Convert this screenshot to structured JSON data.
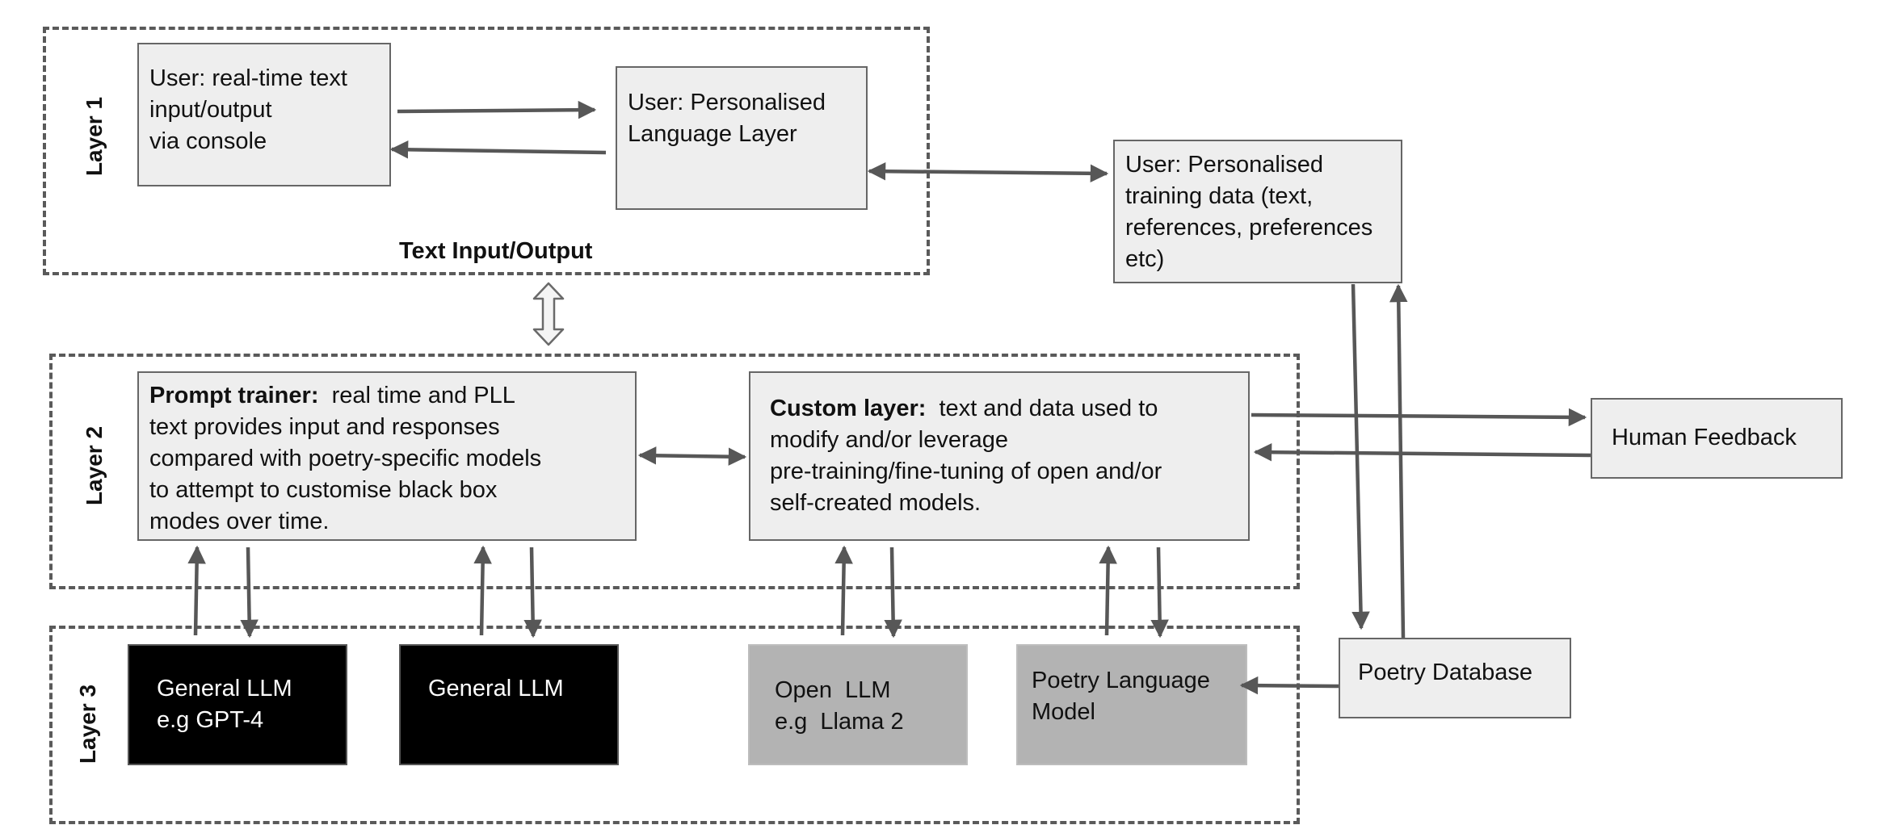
{
  "layers": {
    "layer1": "Layer 1",
    "layer2": "Layer 2",
    "layer3": "Layer 3"
  },
  "layer1_caption": "Text Input/Output",
  "nodes": {
    "user_console": [
      "User: real-time text",
      "input/output",
      "via console"
    ],
    "pll": [
      "User: Personalised",
      "Language Layer"
    ],
    "training_data": [
      "User: Personalised",
      "training data (text,",
      "references, preferences",
      "etc)"
    ],
    "prompt_trainer": {
      "title": "Prompt trainer:",
      "first_line": "  real time and PLL",
      "lines": [
        "text provides input and responses",
        "compared with poetry-specific models",
        "to attempt to customise black box",
        "modes over time."
      ]
    },
    "custom_layer": {
      "title": "Custom layer:",
      "first_line": "  text and data used to",
      "lines": [
        "modify and/or leverage",
        "pre-training/fine-tuning of open and/or",
        "self-created models."
      ]
    },
    "human_feedback": "Human Feedback",
    "general_llm_1": [
      "General LLM",
      "e.g GPT-4"
    ],
    "general_llm_2": [
      "General LLM"
    ],
    "open_llm": [
      "Open  LLM",
      "e.g  Llama 2"
    ],
    "poetry_lm": [
      "Poetry Language",
      "Model"
    ],
    "poetry_db": "Poetry Database"
  },
  "colors": {
    "arrow": "#575757",
    "box_fill": "#eeeeee",
    "dark_box": "#000000",
    "grey_box": "#b3b3b3"
  }
}
